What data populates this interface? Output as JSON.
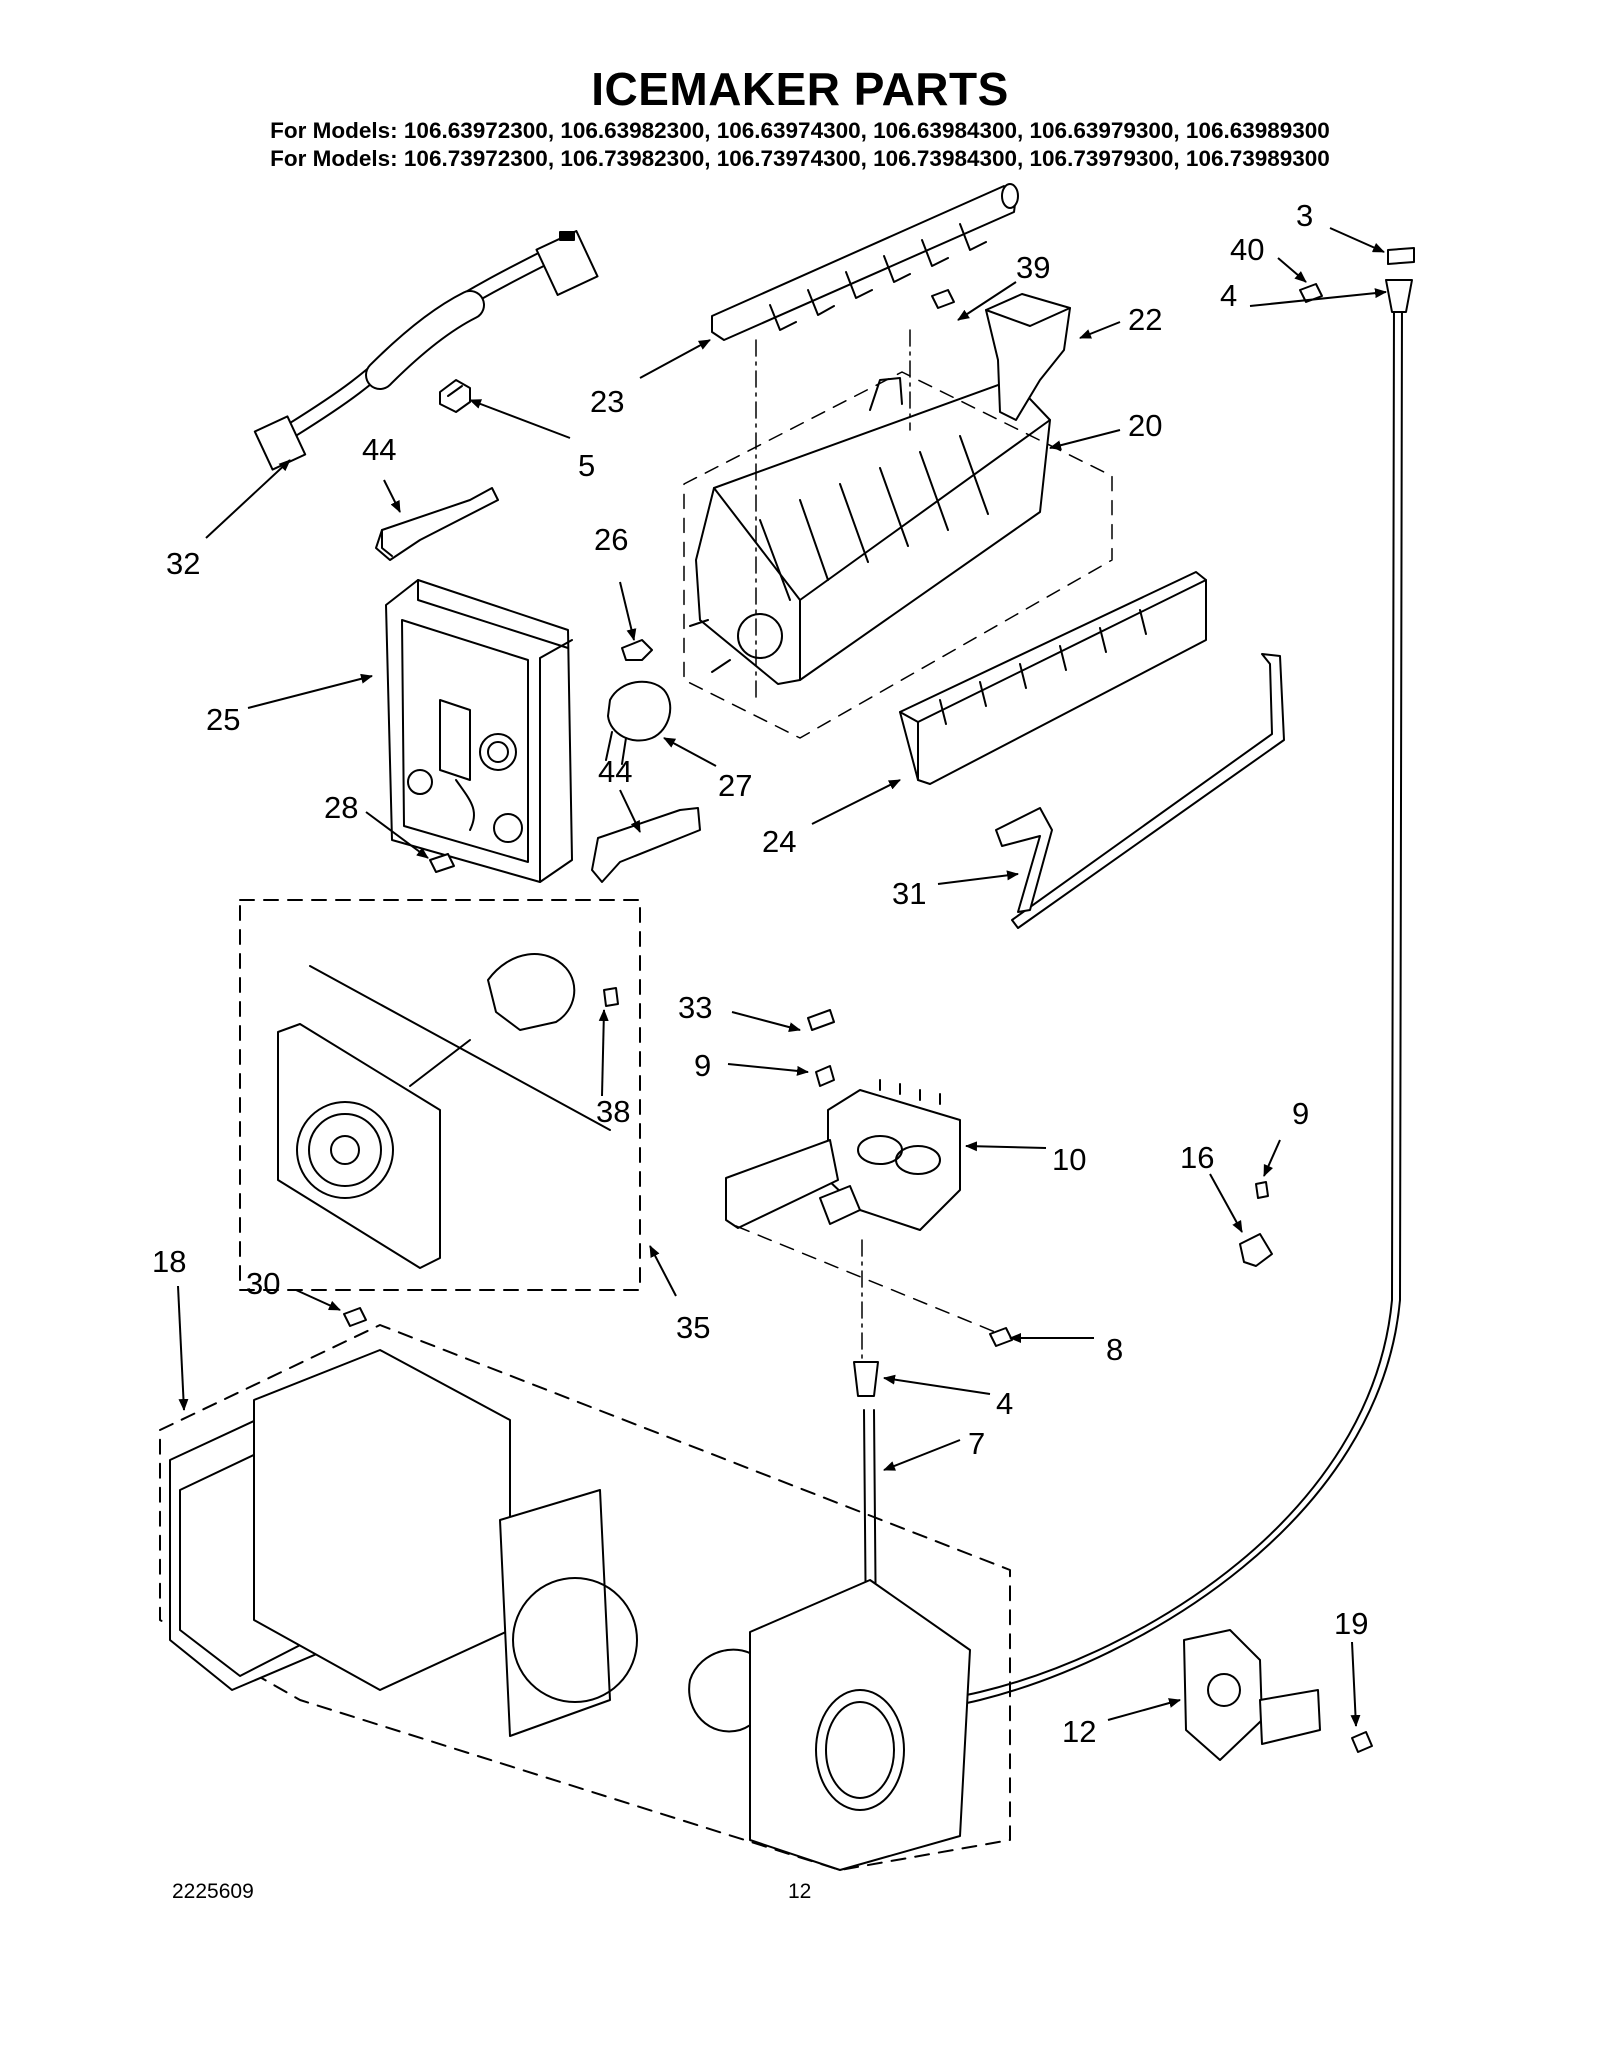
{
  "header": {
    "title": "ICEMAKER PARTS",
    "models_line_1": "For Models: 106.63972300, 106.63982300, 106.63974300, 106.63984300, 106.63979300, 106.63989300",
    "models_line_2": "For Models: 106.73972300, 106.73982300, 106.73974300, 106.73984300, 106.73979300, 106.73989300"
  },
  "callouts": {
    "c3": "3",
    "c40": "40",
    "c39": "39",
    "c22": "22",
    "c4a": "4",
    "c23": "23",
    "c20": "20",
    "c5": "5",
    "c44a": "44",
    "c32": "32",
    "c26": "26",
    "c25": "25",
    "c27": "27",
    "c44b": "44",
    "c28": "28",
    "c24": "24",
    "c31": "31",
    "c33": "33",
    "c9a": "9",
    "c38": "38",
    "c10": "10",
    "c9b": "9",
    "c16": "16",
    "c18": "18",
    "c30": "30",
    "c35": "35",
    "c8": "8",
    "c4b": "4",
    "c7": "7",
    "c19": "19",
    "c12": "12"
  },
  "footer": {
    "doc_number": "2225609",
    "page_number": "12"
  }
}
